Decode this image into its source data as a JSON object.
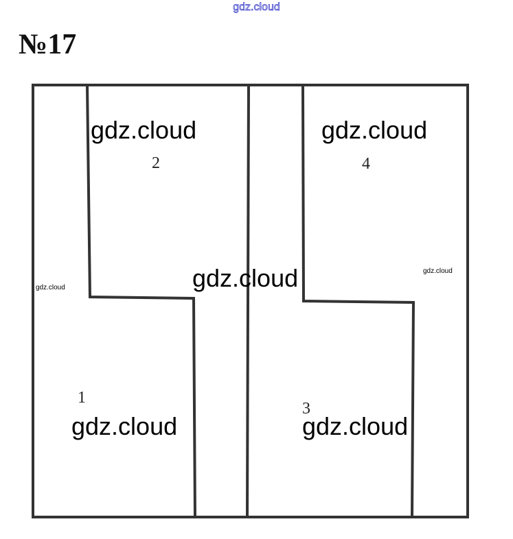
{
  "watermark": {
    "text": "gdz.cloud",
    "color": "#3b3fc9"
  },
  "problem": {
    "title": "№17"
  },
  "diagram": {
    "stroke_color": "#333333",
    "regions": [
      {
        "label": "1"
      },
      {
        "label": "2"
      },
      {
        "label": "3"
      },
      {
        "label": "4"
      }
    ]
  }
}
